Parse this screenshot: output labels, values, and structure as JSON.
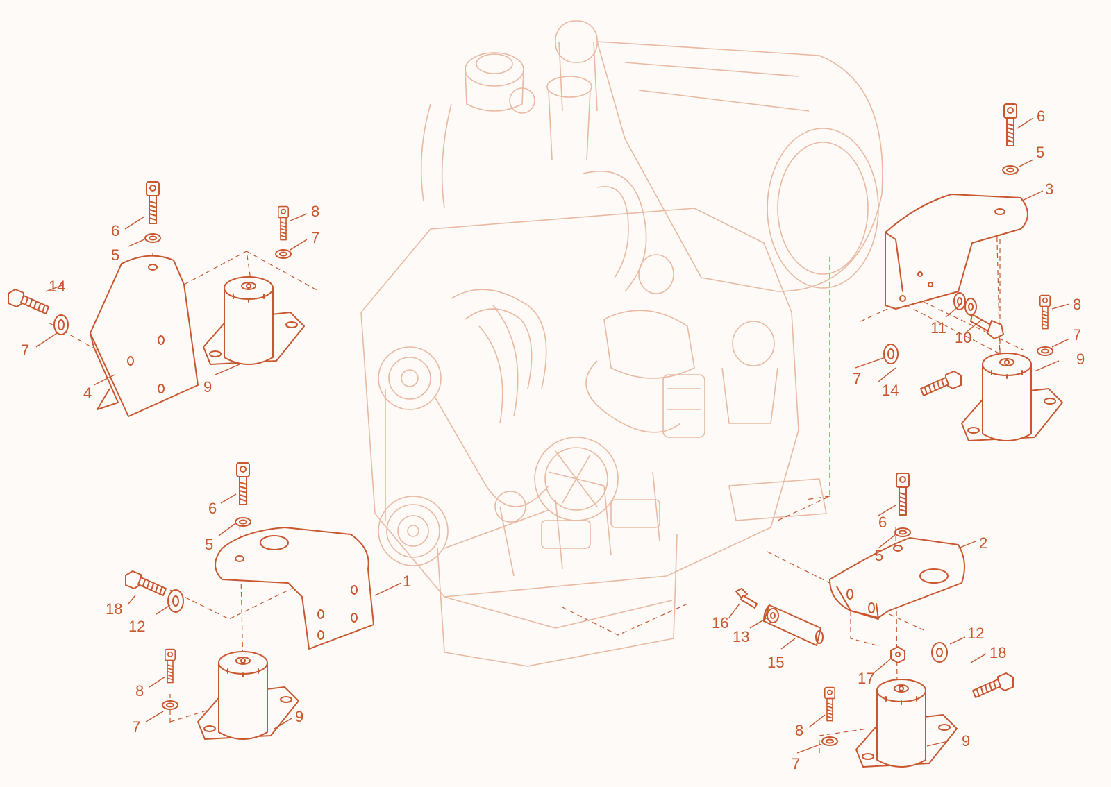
{
  "colors": {
    "accent": "#c8572f",
    "engine": "#e9b9a2",
    "background": "#fdfaf7"
  },
  "callouts": [
    {
      "id": "c1",
      "text": "1"
    },
    {
      "id": "c2",
      "text": "2"
    },
    {
      "id": "c3",
      "text": "3"
    },
    {
      "id": "c4",
      "text": "4"
    },
    {
      "id": "c5a",
      "text": "5"
    },
    {
      "id": "c5b",
      "text": "5"
    },
    {
      "id": "c5c",
      "text": "5"
    },
    {
      "id": "c5d",
      "text": "5"
    },
    {
      "id": "c6a",
      "text": "6"
    },
    {
      "id": "c6b",
      "text": "6"
    },
    {
      "id": "c6c",
      "text": "6"
    },
    {
      "id": "c6d",
      "text": "6"
    },
    {
      "id": "c7a",
      "text": "7"
    },
    {
      "id": "c7b",
      "text": "7"
    },
    {
      "id": "c7c",
      "text": "7"
    },
    {
      "id": "c7d",
      "text": "7"
    },
    {
      "id": "c7e",
      "text": "7"
    },
    {
      "id": "c7f",
      "text": "7"
    },
    {
      "id": "c8a",
      "text": "8"
    },
    {
      "id": "c8b",
      "text": "8"
    },
    {
      "id": "c8c",
      "text": "8"
    },
    {
      "id": "c8d",
      "text": "8"
    },
    {
      "id": "c9a",
      "text": "9"
    },
    {
      "id": "c9b",
      "text": "9"
    },
    {
      "id": "c9c",
      "text": "9"
    },
    {
      "id": "c9d",
      "text": "9"
    },
    {
      "id": "c10",
      "text": "10"
    },
    {
      "id": "c11",
      "text": "11"
    },
    {
      "id": "c12a",
      "text": "12"
    },
    {
      "id": "c12b",
      "text": "12"
    },
    {
      "id": "c13",
      "text": "13"
    },
    {
      "id": "c14a",
      "text": "14"
    },
    {
      "id": "c14b",
      "text": "14"
    },
    {
      "id": "c15",
      "text": "15"
    },
    {
      "id": "c16",
      "text": "16"
    },
    {
      "id": "c17",
      "text": "17"
    },
    {
      "id": "c18a",
      "text": "18"
    },
    {
      "id": "c18b",
      "text": "18"
    }
  ]
}
